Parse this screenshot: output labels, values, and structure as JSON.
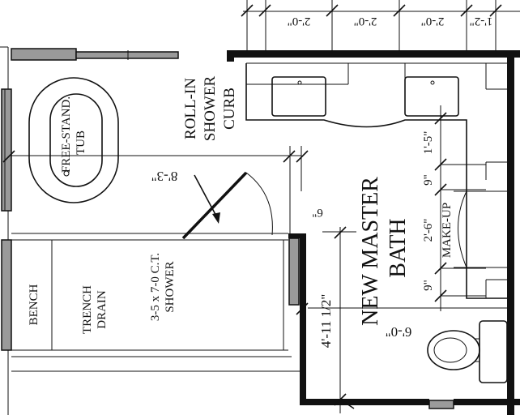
{
  "plan": {
    "room_name": "NEW MASTER BATH",
    "room_name_line1": "NEW MASTER",
    "room_name_line2": "BATH",
    "tub_label_line1": "FREE-STAND.",
    "tub_label_line2": "TUB",
    "curb_label_line1": "ROLL-IN",
    "curb_label_line2": "SHOWER",
    "curb_label_line3": "CURB",
    "shower_label_line1": "3-5 x 7-0 C.T.",
    "shower_label_line2": "SHOWER",
    "bench_label": "BENCH",
    "drain_label_line1": "TRENCH",
    "drain_label_line2": "DRAIN",
    "makeup_label": "MAKE-UP"
  },
  "dimensions": {
    "top_1": "2'-0\"",
    "top_2": "2'-0\"",
    "top_3": "2'-0\"",
    "top_4": "1'-2\"",
    "opening": "8'-3\"",
    "curb_offset": "6\"",
    "vanity_1": "1'-5\"",
    "vanity_2": "9\"",
    "vanity_3": "2'-6\"",
    "vanity_4": "9\"",
    "width_left": "4'-11 1/2\"",
    "width_right": "6'-0\""
  }
}
